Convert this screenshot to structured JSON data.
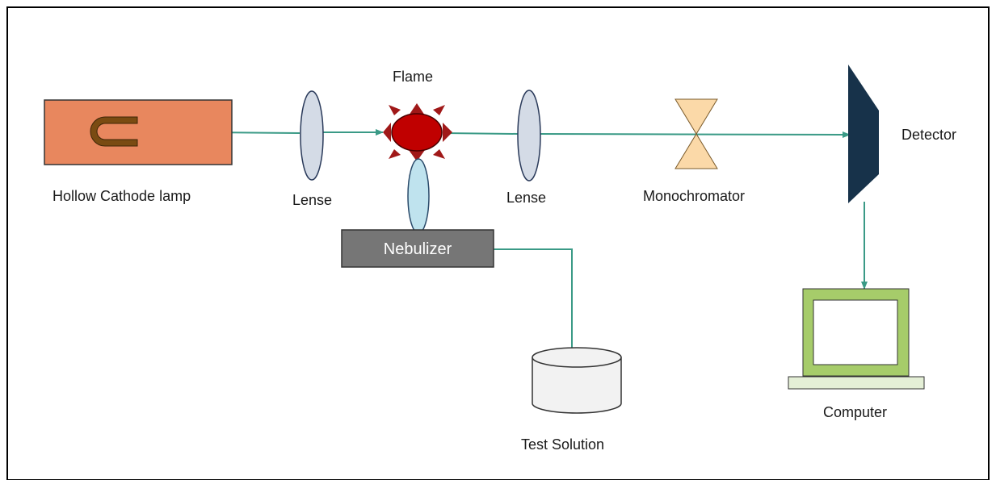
{
  "labels": {
    "lamp": "Hollow Cathode lamp",
    "lens1": "Lense",
    "flame": "Flame",
    "lens2": "Lense",
    "monochromator": "Monochromator",
    "detector": "Detector",
    "nebulizer": "Nebulizer",
    "test_solution": "Test Solution",
    "computer": "Computer"
  },
  "colors": {
    "beam": "#3a9a86",
    "lamp_body": "#e8875e",
    "cathode": "#7a4b12",
    "lens": "#d4dbe6",
    "flame_core": "#c00000",
    "flame_spikes": "#a01818",
    "nebulizer_tube": "#bfe3ee",
    "nebulizer_box": "#767676",
    "monochromator": "#fbd9a8",
    "detector": "#17324a",
    "computer": "#a6cc6a",
    "solution_can": "#f2f2f2"
  }
}
